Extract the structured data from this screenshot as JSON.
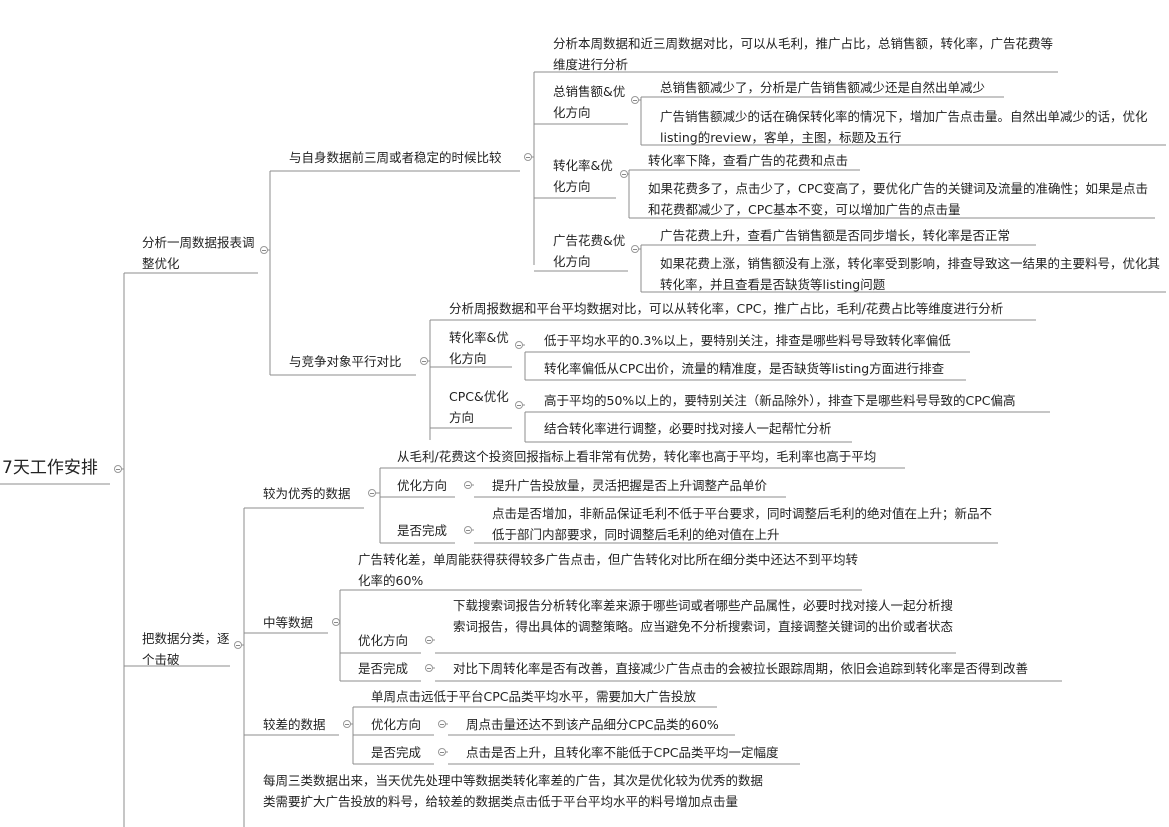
{
  "root": "7天工作安排",
  "a": {
    "label": "分析一周数据报表调整优化",
    "self": {
      "label": "与自身数据前三周或者稳定的时候比较",
      "intro": "分析本周数据和近三周数据对比，可以从毛利，推广占比，总销售额，转化率，广告花费等维度进行分析",
      "sales": {
        "label": "总销售额&优化方向",
        "n1": "总销售额减少了，分析是广告销售额减少还是自然出单减少",
        "n2": "广告销售额减少的话在确保转化率的情况下，增加广告点击量。自然出单减少的话，优化listing的review，客单，主图，标题及五行"
      },
      "conv": {
        "label": "转化率&优化方向",
        "n1": "转化率下降，查看广告的花费和点击",
        "n2": "如果花费多了，点击少了，CPC变高了，要优化广告的关键词及流量的准确性；如果是点击和花费都减少了，CPC基本不变，可以增加广告的点击量"
      },
      "spend": {
        "label": "广告花费&优化方向",
        "n1": "广告花费上升，查看广告销售额是否同步增长，转化率是否正常",
        "n2": "如果花费上涨，销售额没有上涨，转化率受到影响，排查导致这一结果的主要料号，优化其转化率，并且查看是否缺货等listing问题"
      }
    },
    "comp": {
      "label": "与竞争对象平行对比",
      "intro": "分析周报数据和平台平均数据对比，可以从转化率，CPC，推广占比，毛利/花费占比等维度进行分析",
      "conv": {
        "label": "转化率&优化方向",
        "n1": "低于平均水平的0.3%以上，要特别关注，排查是哪些料号导致转化率偏低",
        "n2": "转化率偏低从CPC出价，流量的精准度，是否缺货等listing方面进行排查"
      },
      "cpc": {
        "label": "CPC&优化方向",
        "n1": "高于平均的50%以上的，要特别关注（新品除外），排查下是哪些料号导致的CPC偏高",
        "n2": "结合转化率进行调整，必要时找对接人一起帮忙分析"
      }
    }
  },
  "b": {
    "label": "把数据分类，逐个击破",
    "good": {
      "label": "较为优秀的数据",
      "intro": "从毛利/花费这个投资回报指标上看非常有优势，转化率也高于平均，毛利率也高于平均",
      "dir_label": "优化方向",
      "dir": "提升广告投放量，灵活把握是否上升调整产品单价",
      "done_label": "是否完成",
      "done": "点击是否增加，非新品保证毛利不低于平台要求，同时调整后毛利的绝对值在上升；新品不低于部门内部要求，同时调整后毛利的绝对值在上升"
    },
    "mid": {
      "label": "中等数据",
      "intro": "广告转化差，单周能获得获得较多广告点击，但广告转化对比所在细分类中还达不到平均转化率的60%",
      "dir_label": "优化方向",
      "dir": "下载搜索词报告分析转化率差来源于哪些词或者哪些产品属性，必要时找对接人一起分析搜索词报告，得出具体的调整策略。应当避免不分析搜索词，直接调整关键词的出价或者状态",
      "done_label": "是否完成",
      "done": "对比下周转化率是否有改善，直接减少广告点击的会被拉长跟踪周期，依旧会追踪到转化率是否得到改善"
    },
    "bad": {
      "label": "较差的数据",
      "intro": "单周点击远低于平台CPC品类平均水平，需要加大广告投放",
      "dir_label": "优化方向",
      "dir": "周点击量还达不到该产品细分CPC品类的60%",
      "done_label": "是否完成",
      "done": "点击是否上升，且转化率不能低于CPC品类平均一定幅度"
    },
    "summary": "每周三类数据出来，当天优先处理中等数据类转化率差的广告，其次是优化较为优秀的数据类需要扩大广告投放的料号，给较差的数据类点击低于平台平均水平的料号增加点击量"
  },
  "colors": {
    "line": "#8c8c8c",
    "text": "#222222",
    "toggle": "#999999"
  }
}
